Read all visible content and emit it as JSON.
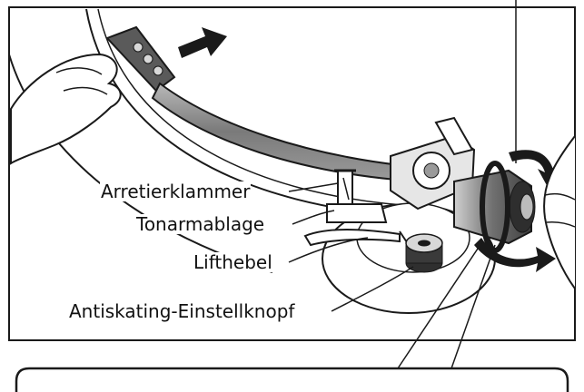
{
  "labels": {
    "arretierklammer": "Arretierklammer",
    "tonarmablage": "Tonarmablage",
    "lifthebel": "Lifthebel",
    "antiskating": "Antiskating-Einstellknopf"
  },
  "colors": {
    "line": "#1a1a1a",
    "tonearm_gray": "#8a8a8a",
    "tonearm_light": "#c9c9c9",
    "knob_dark": "#3a3a3a",
    "background": "#ffffff"
  }
}
